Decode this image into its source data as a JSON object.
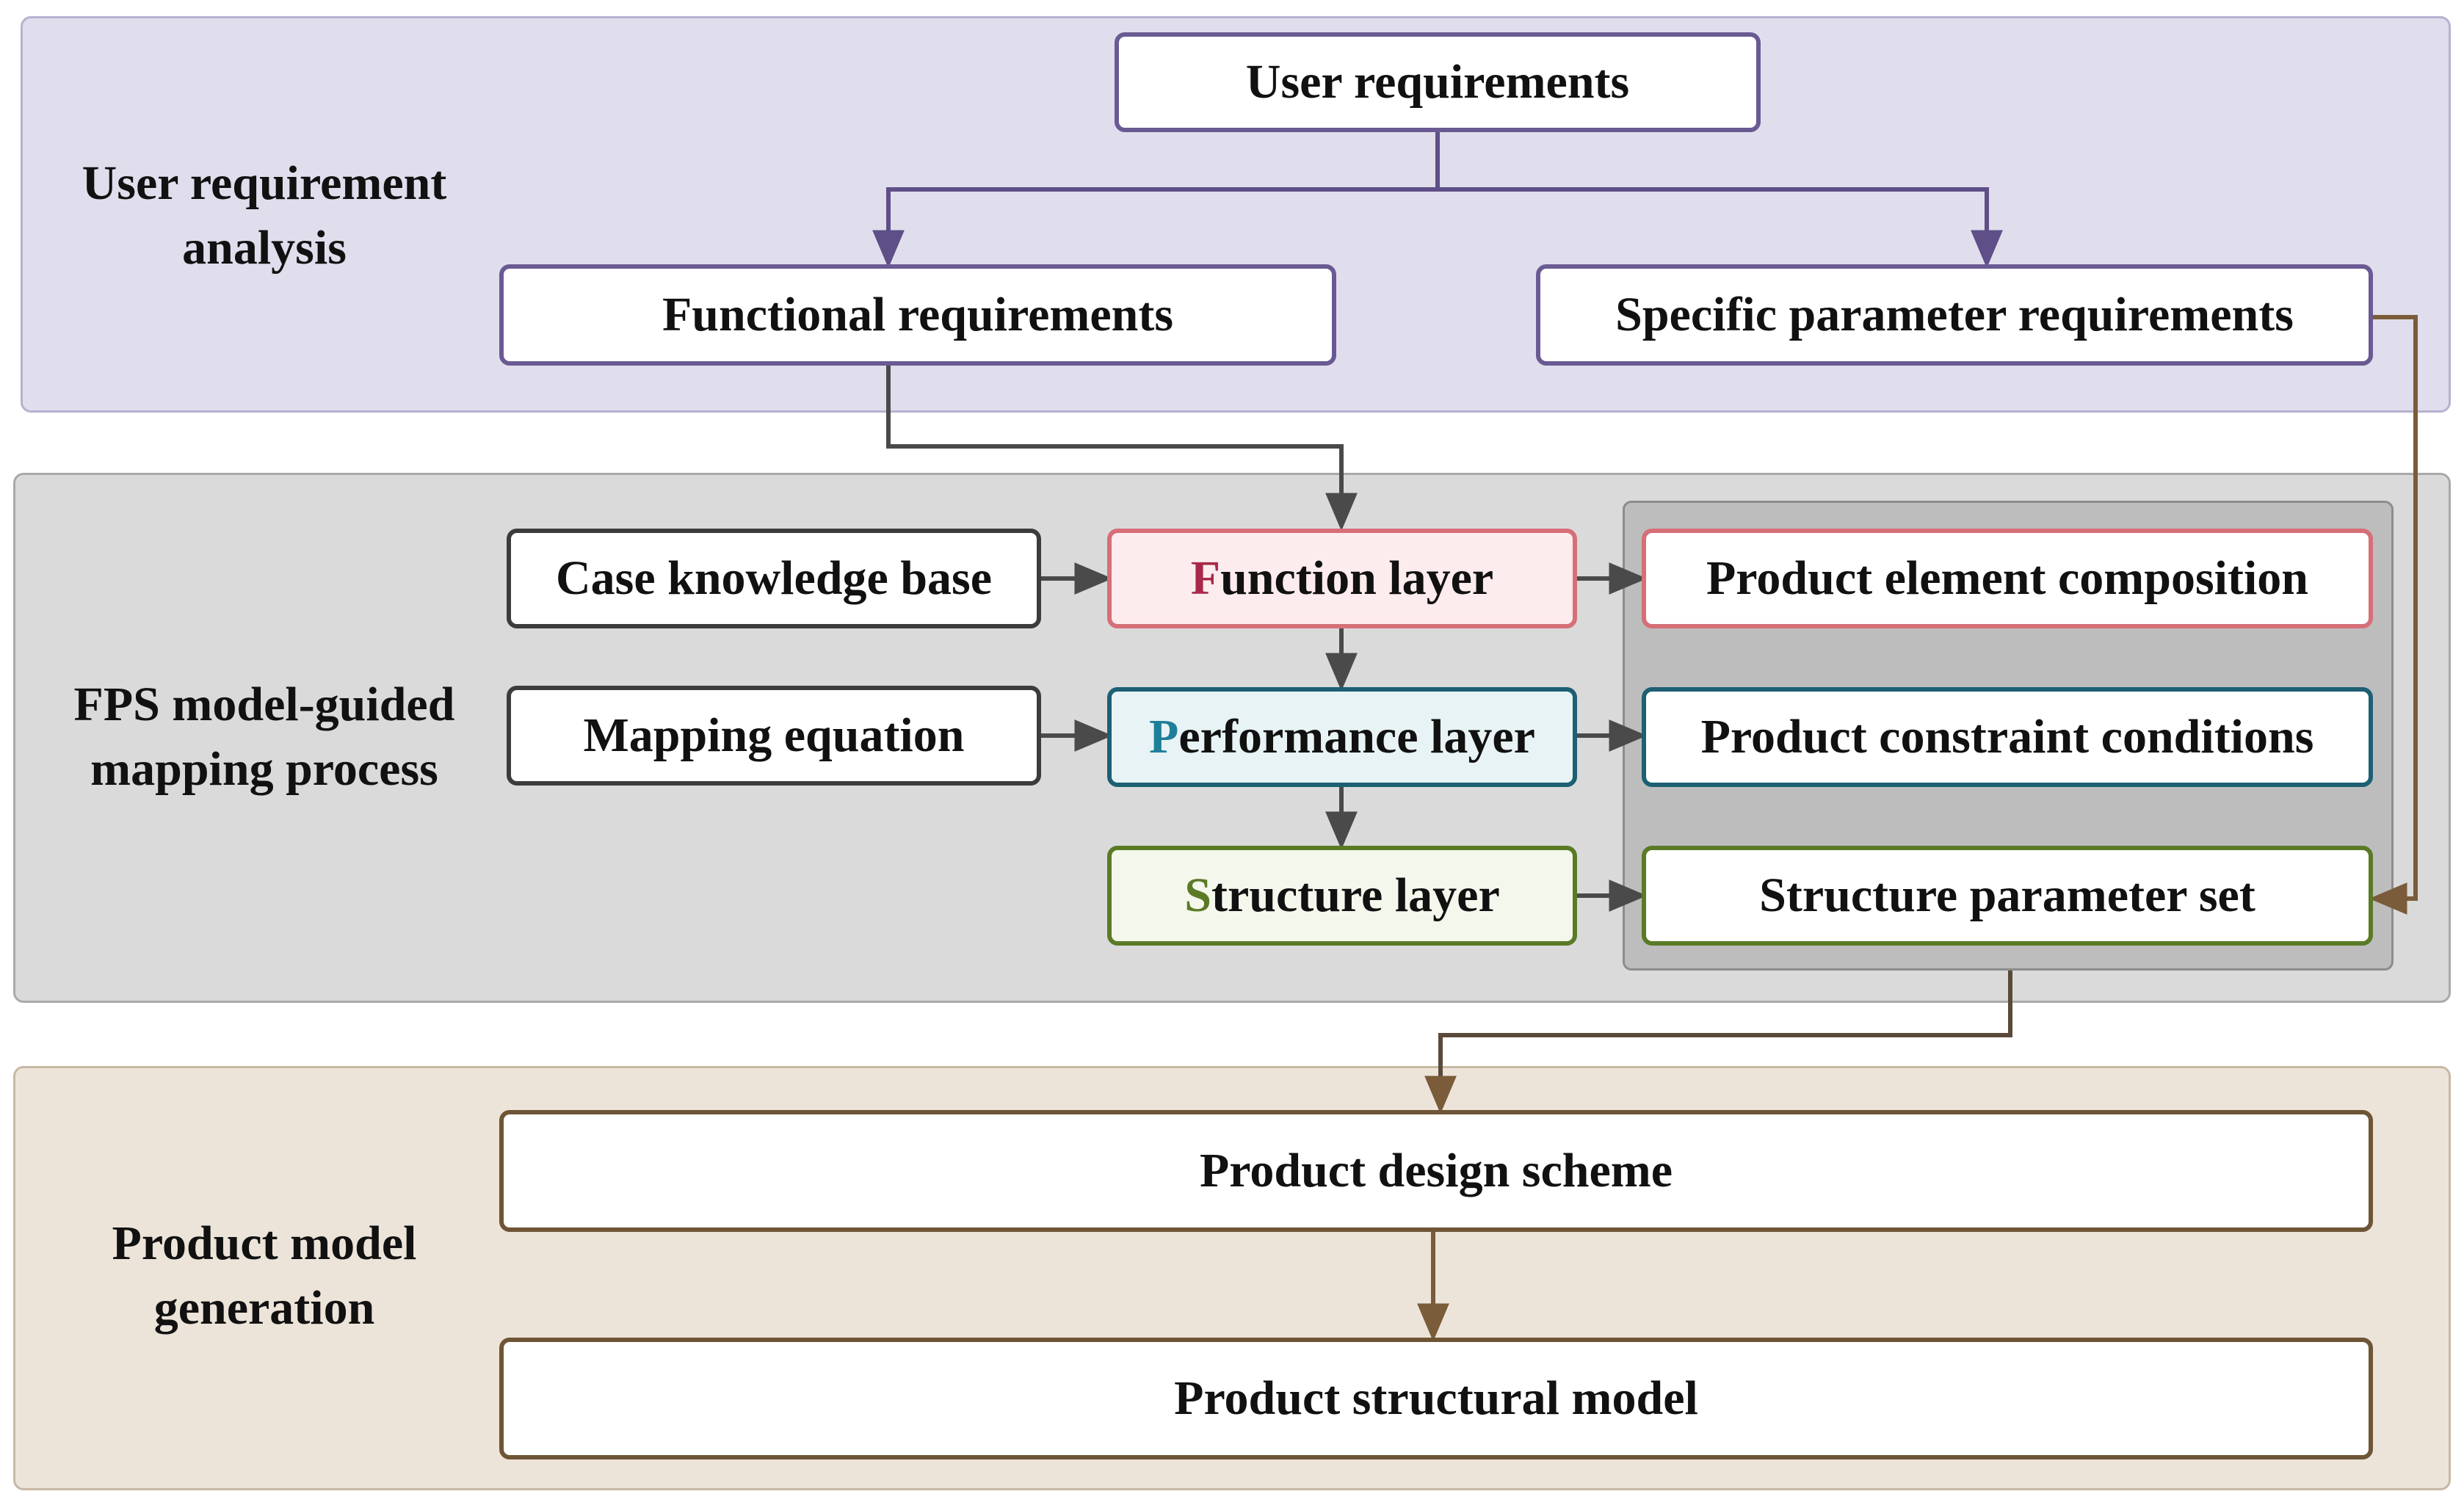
{
  "sections": {
    "user_requirement_analysis": "User requirement\nanalysis",
    "fps_mapping": "FPS model-guided\nmapping process",
    "product_model_generation": "Product model\ngeneration"
  },
  "nodes": {
    "user_requirements": "User requirements",
    "functional_requirements": "Functional requirements",
    "specific_parameter_requirements": "Specific parameter requirements",
    "case_knowledge_base": "Case knowledge base",
    "mapping_equation": "Mapping equation",
    "function_layer": {
      "initial": "F",
      "rest": "unction layer"
    },
    "performance_layer": {
      "initial": "P",
      "rest": "erformance layer"
    },
    "structure_layer": {
      "initial": "S",
      "rest": "tructure layer"
    },
    "product_element_composition": "Product element composition",
    "product_constraint_conditions": "Product constraint conditions",
    "structure_parameter_set": "Structure parameter set",
    "product_design_scheme": "Product design scheme",
    "product_structural_model": "Product structural model"
  },
  "colors": {
    "purple_accent": "#6a5a93",
    "function_initial": "#a8284a",
    "performance_initial": "#1e7f99",
    "structure_initial": "#5b7a26",
    "brown_accent": "#6e5535",
    "gray_arrow": "#4a4a4a"
  }
}
